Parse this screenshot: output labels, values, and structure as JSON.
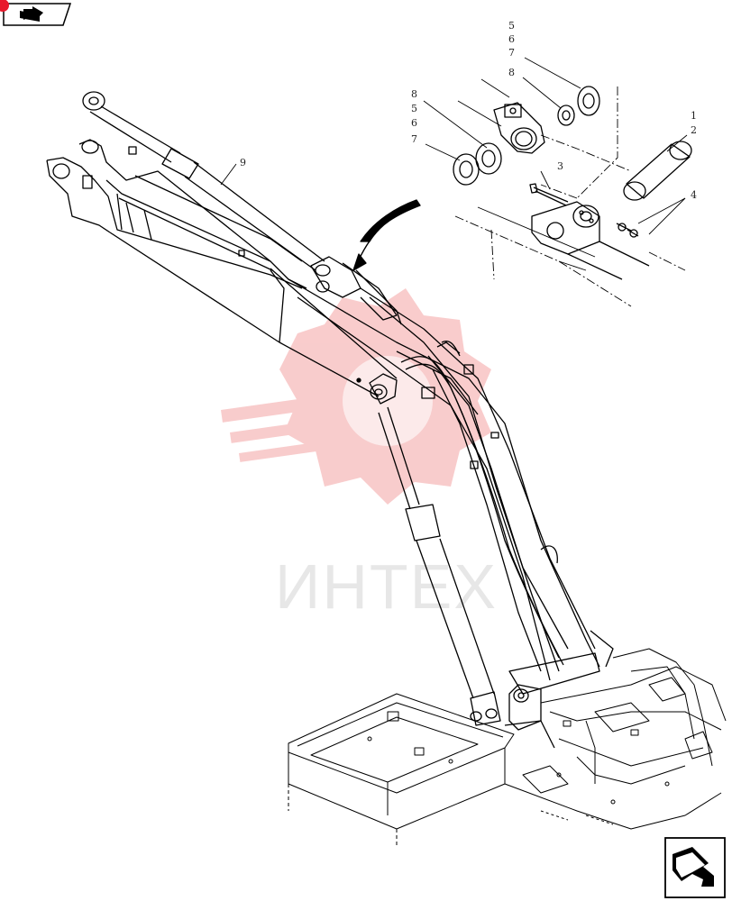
{
  "watermark": {
    "text": "ИНТЕХ",
    "color": "#f4a3a3"
  },
  "callouts": {
    "top_group": [
      "5",
      "6",
      "7"
    ],
    "c8_upper": "8",
    "left_group": [
      "8",
      "5",
      "6",
      "7"
    ],
    "c3": "3",
    "pin_group": [
      "1",
      "2"
    ],
    "c4": "4",
    "c9": "9"
  },
  "icons": {
    "top_left": "prev-arrow-icon",
    "bottom_right": "next-arrow-icon",
    "badge_color": "#e8192c"
  }
}
